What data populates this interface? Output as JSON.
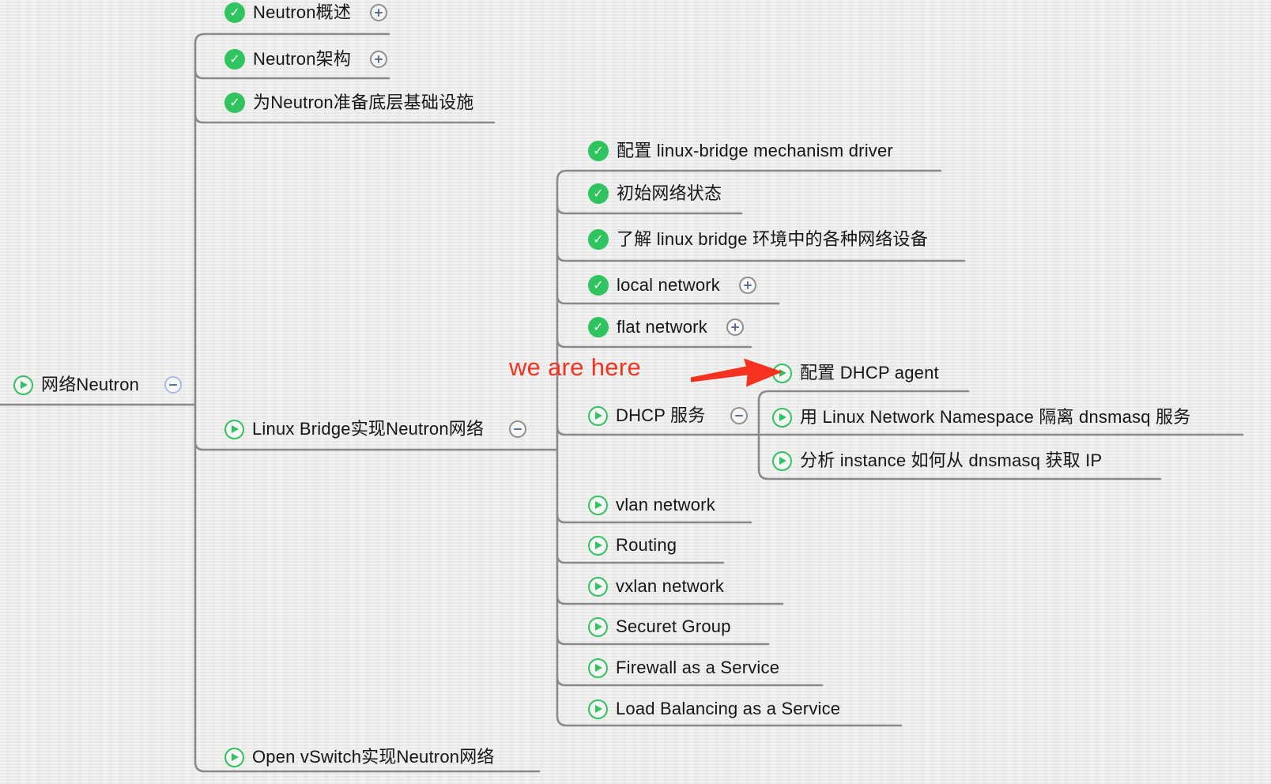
{
  "app": {
    "type": "mindmap-course-outline"
  },
  "palette": {
    "node_green": "#2fc45f",
    "line_gray": "#898989",
    "toggle_glyph_blue": "#5a6e96",
    "root_toggle_ring": "#aabce6",
    "annotation_red": "#f5311f",
    "background": "#ededec",
    "label_color": "#161616"
  },
  "annotation": {
    "text": "we are here"
  },
  "mindmap": {
    "root": {
      "label": "网络Neutron",
      "status": "in-progress",
      "toggle": "collapse",
      "children": [
        {
          "label": "Neutron概述",
          "status": "completed",
          "toggle": "expand"
        },
        {
          "label": "Neutron架构",
          "status": "completed",
          "toggle": "expand"
        },
        {
          "label": "为Neutron准备底层基础设施",
          "status": "completed",
          "toggle": "none"
        },
        {
          "label": "Linux Bridge实现Neutron网络",
          "status": "in-progress",
          "toggle": "collapse",
          "children": [
            {
              "label": "配置 linux-bridge mechanism driver",
              "status": "completed",
              "toggle": "none"
            },
            {
              "label": "初始网络状态",
              "status": "completed",
              "toggle": "none"
            },
            {
              "label": "了解 linux bridge 环境中的各种网络设备",
              "status": "completed",
              "toggle": "none"
            },
            {
              "label": "local network",
              "status": "completed",
              "toggle": "expand"
            },
            {
              "label": "flat network",
              "status": "completed",
              "toggle": "expand"
            },
            {
              "label": "DHCP 服务",
              "status": "in-progress",
              "toggle": "collapse",
              "children": [
                {
                  "label": "配置 DHCP agent",
                  "status": "not-started",
                  "toggle": "none"
                },
                {
                  "label": "用 Linux Network Namespace 隔离 dnsmasq 服务",
                  "status": "not-started",
                  "toggle": "none"
                },
                {
                  "label": "分析 instance 如何从 dnsmasq 获取 IP",
                  "status": "not-started",
                  "toggle": "none"
                }
              ]
            },
            {
              "label": "vlan network",
              "status": "not-started",
              "toggle": "none"
            },
            {
              "label": "Routing",
              "status": "not-started",
              "toggle": "none"
            },
            {
              "label": "vxlan network",
              "status": "not-started",
              "toggle": "none"
            },
            {
              "label": "Securet Group",
              "status": "not-started",
              "toggle": "none"
            },
            {
              "label": "Firewall as a Service",
              "status": "not-started",
              "toggle": "none"
            },
            {
              "label": "Load Balancing as a Service",
              "status": "not-started",
              "toggle": "none"
            }
          ]
        },
        {
          "label": "Open vSwitch实现Neutron网络",
          "status": "not-started",
          "toggle": "none"
        }
      ]
    }
  }
}
